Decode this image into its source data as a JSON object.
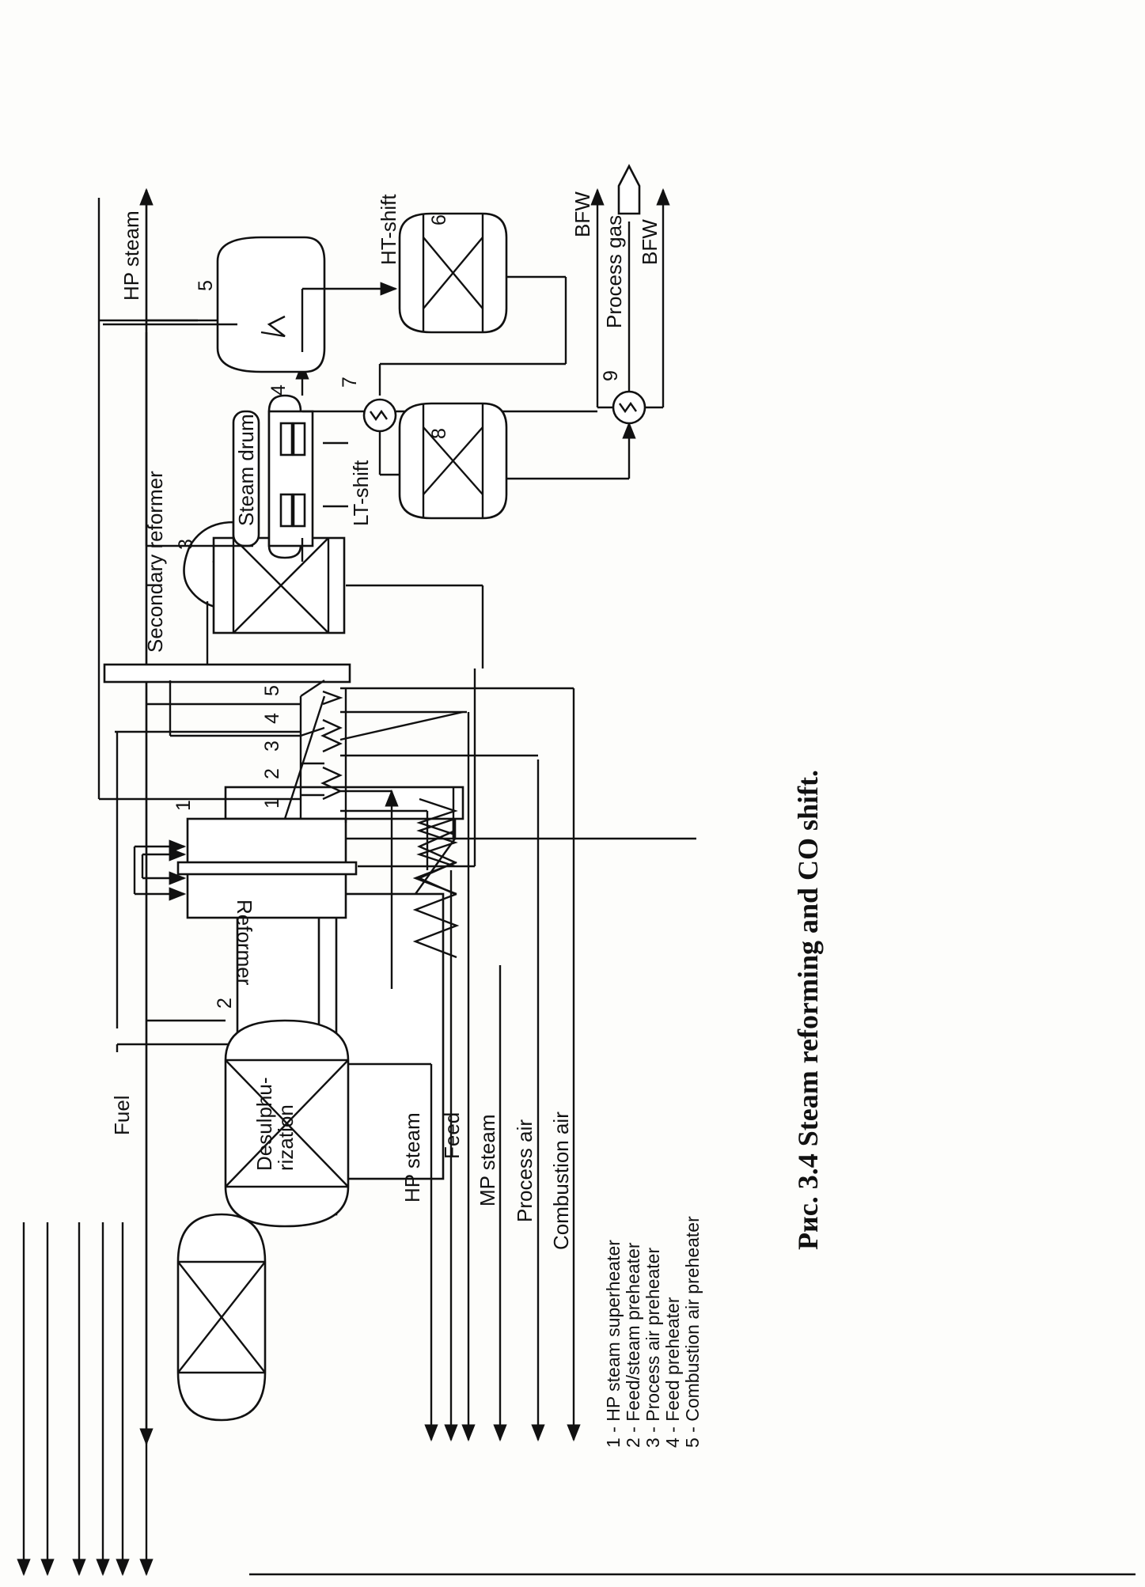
{
  "caption": "Рис. 3.4  Steam reforming and CO shift.",
  "streams": {
    "fuel": "Fuel",
    "hp_steam_in": "HP steam",
    "feed": "Feed",
    "mp_steam": "MP steam",
    "process_air": "Process air",
    "combustion_air": "Combustion air",
    "hp_steam_out": "HP steam",
    "bfw_top": "BFW",
    "process_gas": "Process gas",
    "bfw_bottom": "BFW"
  },
  "units": {
    "desulphurization_line1": "Desulphu-",
    "desulphurization_line2": "rization",
    "reformer": "Reformer",
    "secondary_reformer": "Secondary reformer",
    "steam_drum": "Steam drum",
    "lt_shift": "LT-shift",
    "ht_shift": "HT-shift"
  },
  "numbers": {
    "n1": "1",
    "n2": "2",
    "n3": "3",
    "n4": "4",
    "n5": "5",
    "n6": "6",
    "n7": "7",
    "n8": "8",
    "n9": "9",
    "coil1": "1",
    "coil2": "2",
    "coil3": "3",
    "coil4": "4",
    "coil5": "5"
  },
  "legend": [
    "1 - HP steam superheater",
    "2 - Feed/steam preheater",
    "3 - Process air preheater",
    "4 - Feed preheater",
    "5 - Combustion air preheater"
  ]
}
